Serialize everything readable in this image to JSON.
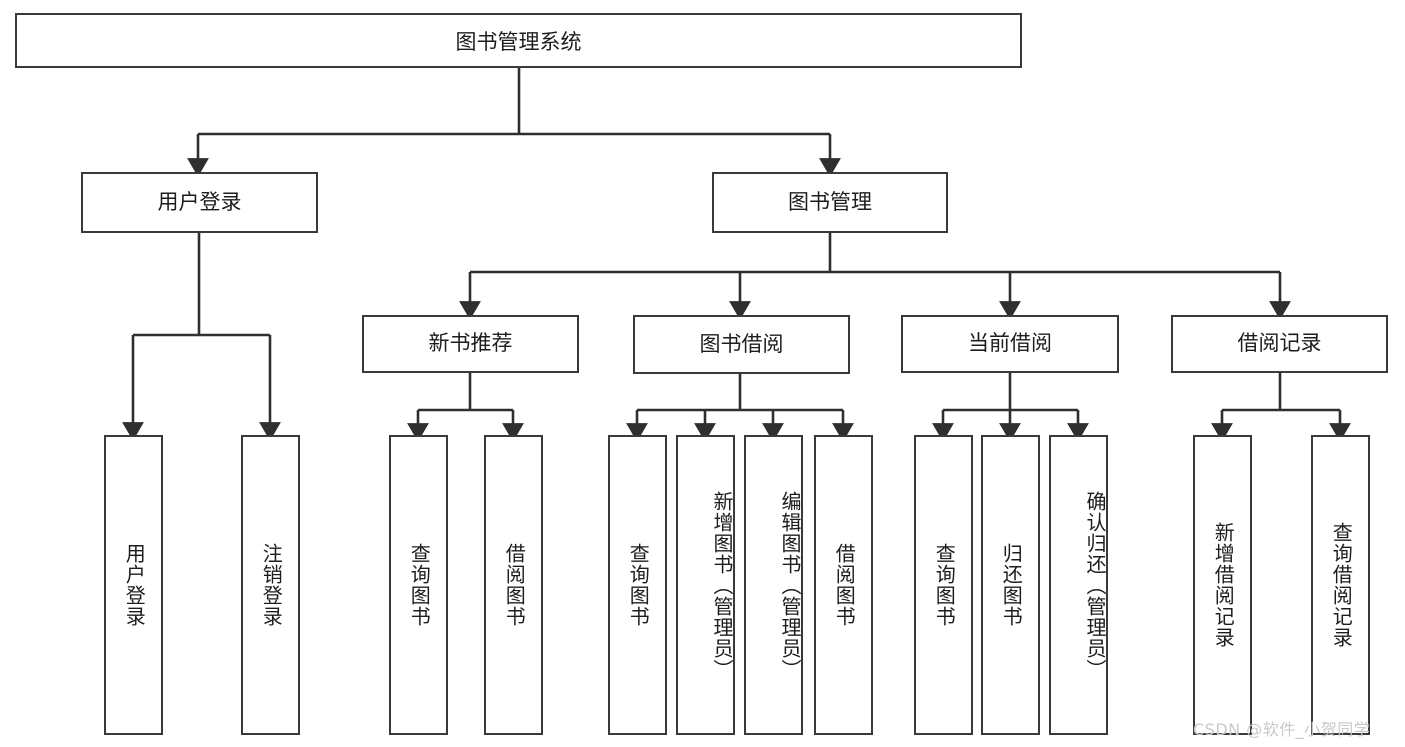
{
  "diagram": {
    "title": "图书管理系统",
    "type": "hierarchy-tree",
    "root": {
      "label": "图书管理系统"
    },
    "level2": [
      {
        "label": "用户登录"
      },
      {
        "label": "图书管理"
      }
    ],
    "level3": [
      {
        "label": "新书推荐"
      },
      {
        "label": "图书借阅"
      },
      {
        "label": "当前借阅"
      },
      {
        "label": "借阅记录"
      }
    ],
    "leaves": {
      "user_login": [
        {
          "label": "用户登录"
        },
        {
          "label": "注销登录"
        }
      ],
      "new_book": [
        {
          "label": "查询图书"
        },
        {
          "label": "借阅图书"
        }
      ],
      "borrow": [
        {
          "label": "查询图书"
        },
        {
          "label": "新增图书（管理员）"
        },
        {
          "label": "编辑图书（管理员）"
        },
        {
          "label": "借阅图书"
        }
      ],
      "current": [
        {
          "label": "查询图书"
        },
        {
          "label": "归还图书"
        },
        {
          "label": "确认归还（管理员）"
        }
      ],
      "records": [
        {
          "label": "新增借阅记录"
        },
        {
          "label": "查询借阅记录"
        }
      ]
    }
  },
  "watermark": {
    "text": "CSDN @软件_小贺同学"
  },
  "colors": {
    "border": "#3a3a3a",
    "background": "#ffffff",
    "text": "#1d1d1d",
    "watermark": "#c9c9c9"
  }
}
